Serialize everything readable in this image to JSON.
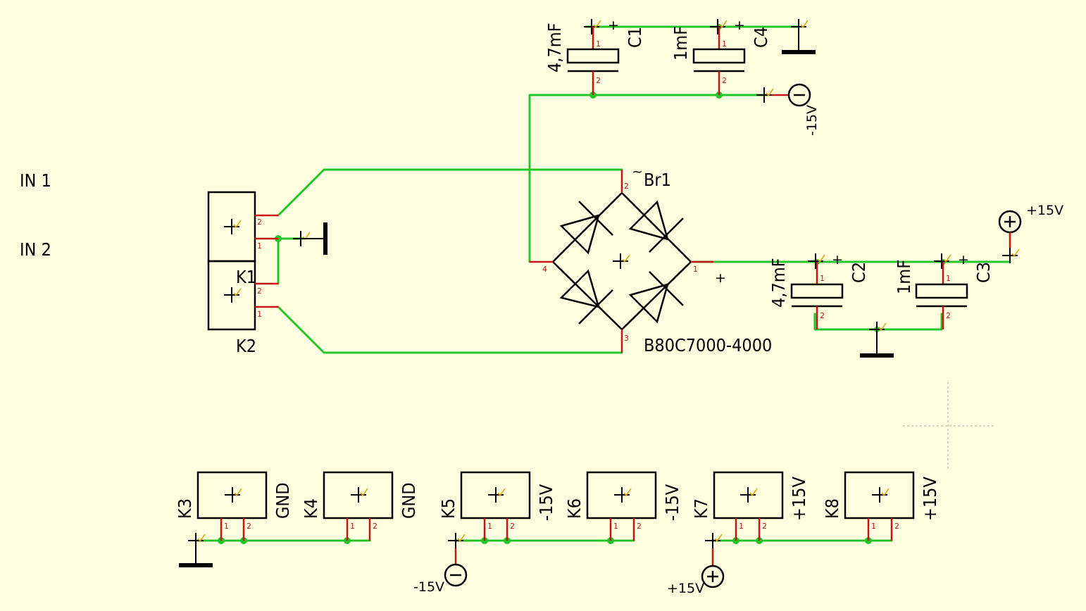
{
  "labels": {
    "in1": "IN 1",
    "in2": "IN 2",
    "br1": "Br1",
    "br1_value": "B80C7000-4000",
    "tilde": "~",
    "plus_sign": "+",
    "k1": "K1",
    "k2": "K2",
    "c1": "C1",
    "c1_value": "4,7mF",
    "c4": "C4",
    "c4_value": "1mF",
    "c2": "C2",
    "c2_value": "4,7mF",
    "c3": "C3",
    "c3_value": "1mF",
    "vneg_top": "-15V",
    "vpos_right": "+15V",
    "k3": "K3",
    "k3_label": "GND",
    "k4": "K4",
    "k4_label": "GND",
    "k5": "K5",
    "k5_label": "-15V",
    "k6": "K6",
    "k6_label": "-15V",
    "k7": "K7",
    "k7_label": "+15V",
    "k8": "K8",
    "k8_label": "+15V",
    "vneg_bottom": "-15V",
    "vpos_bottom": "+15V"
  },
  "pins": {
    "p1": "1",
    "p2": "2",
    "p3": "3",
    "p4": "4"
  }
}
